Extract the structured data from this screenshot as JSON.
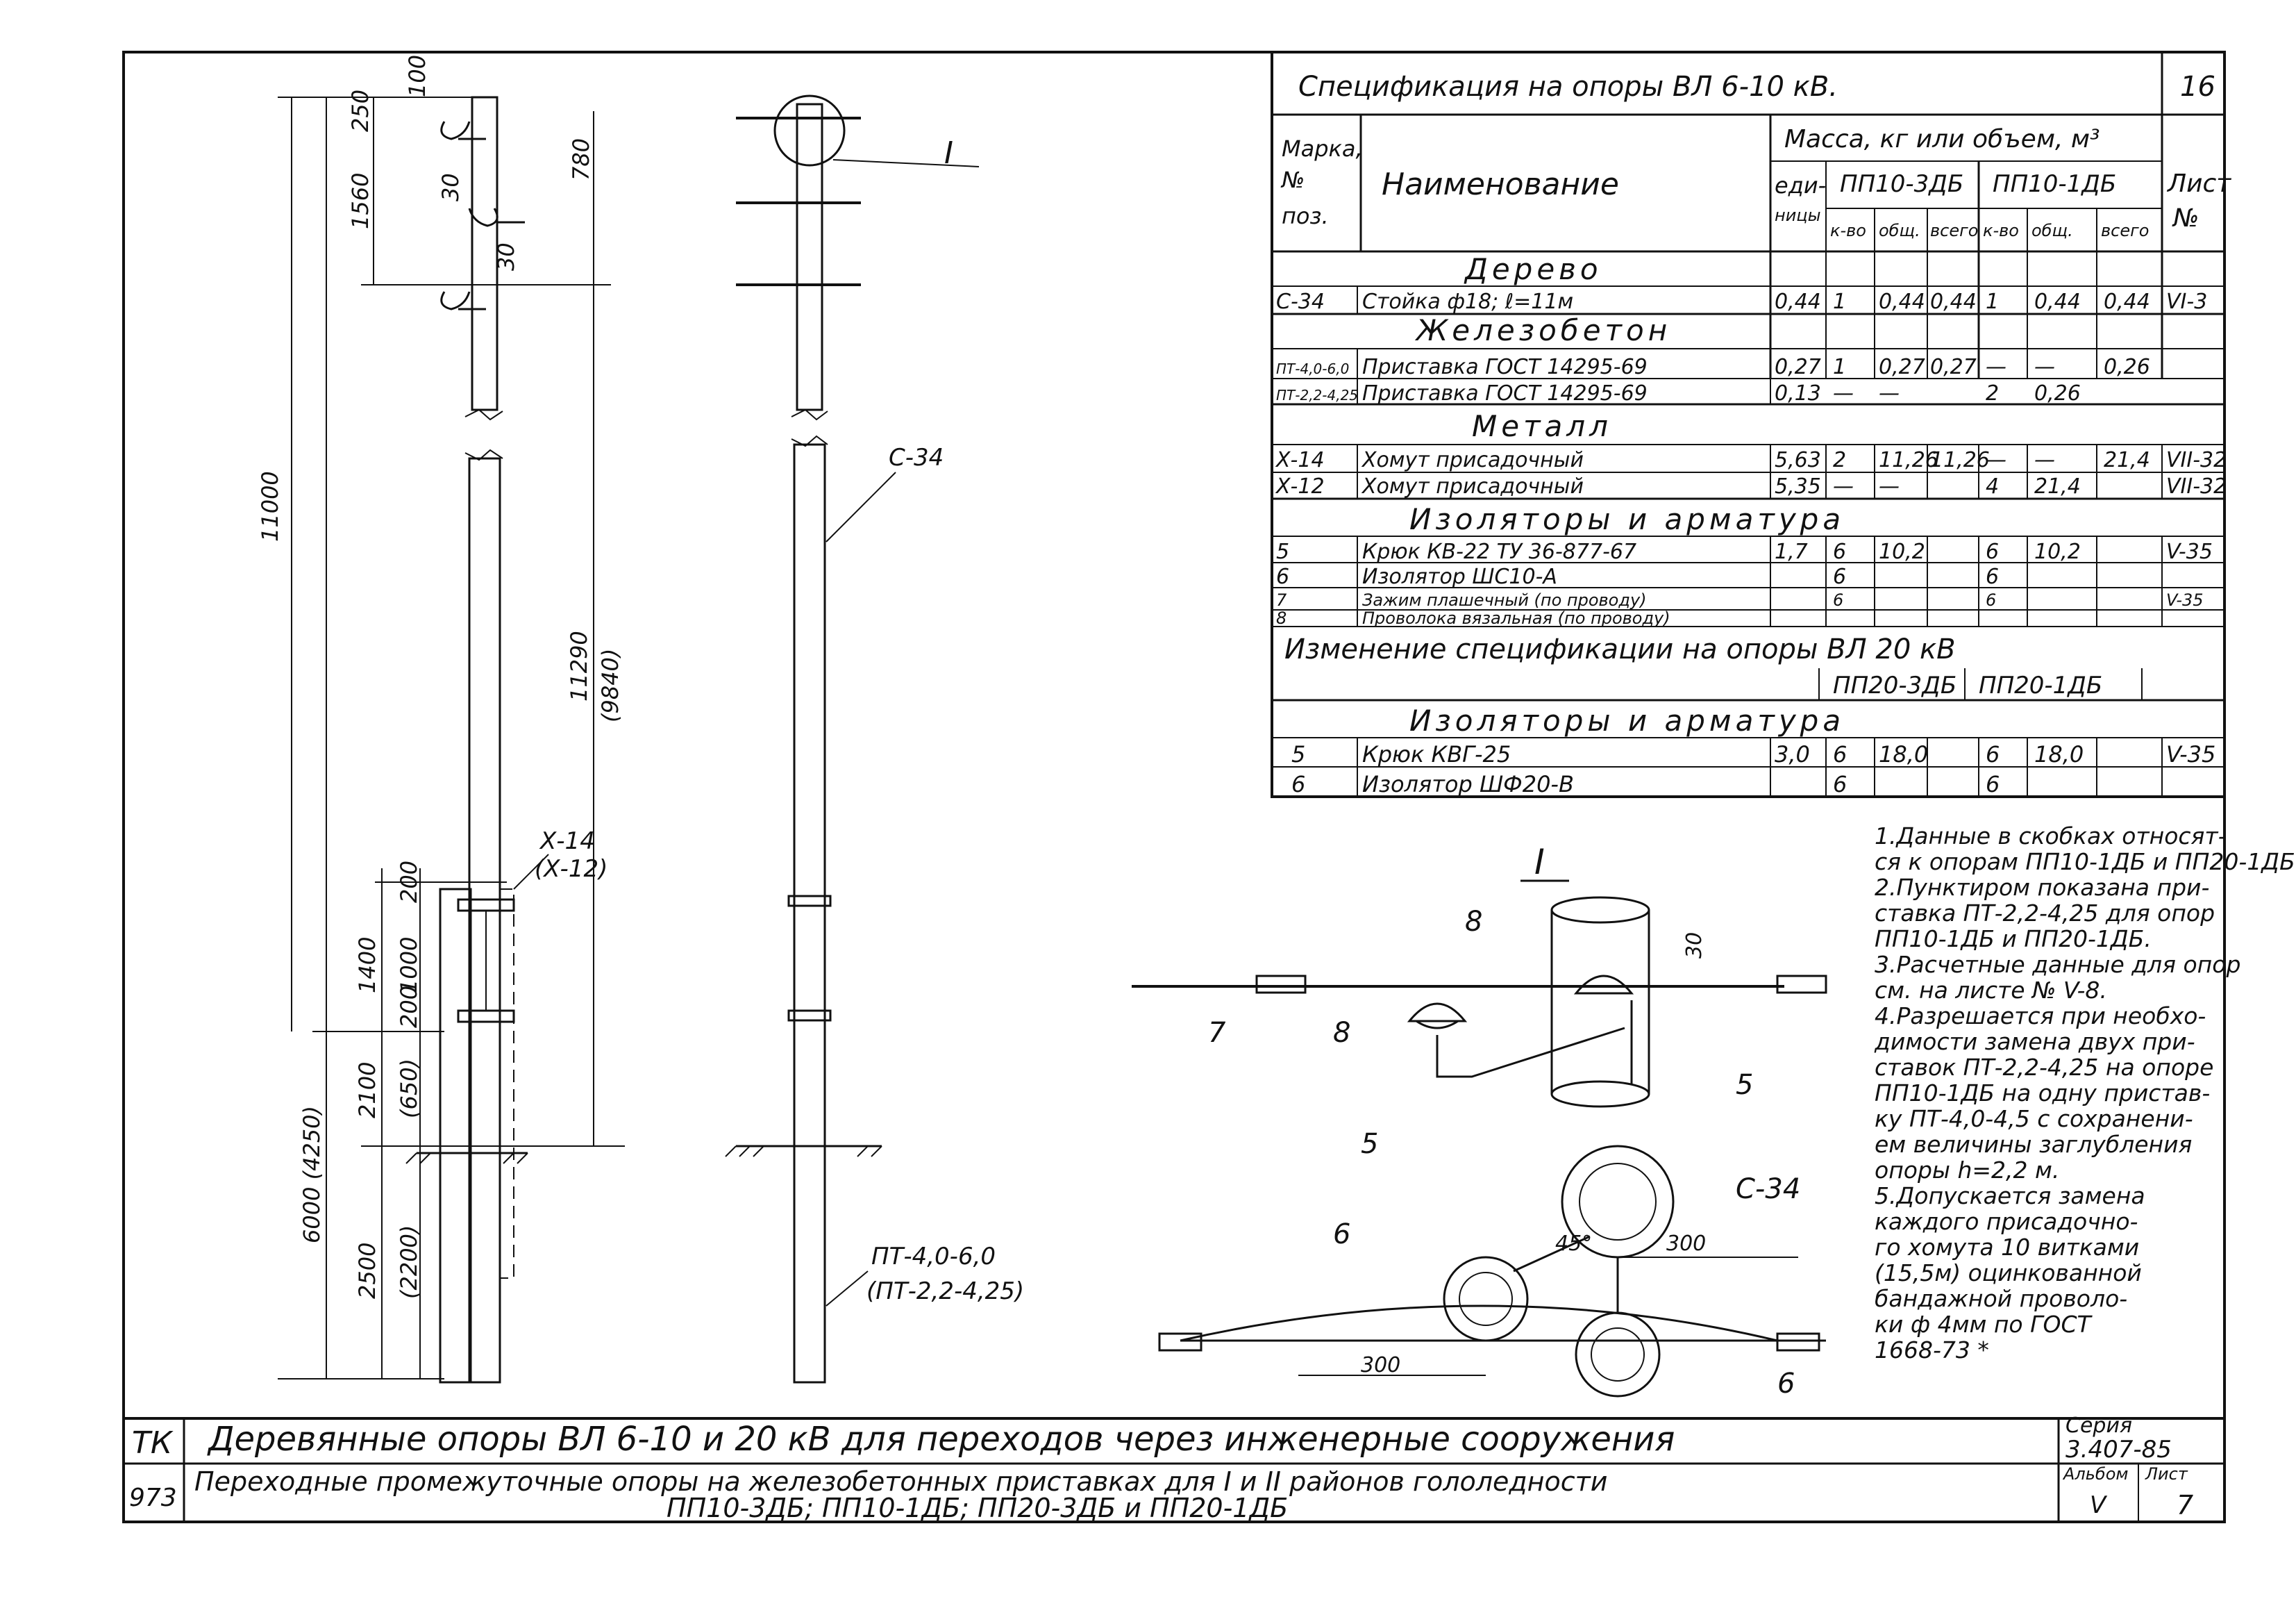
{
  "sheet_number": "16",
  "spec": {
    "title": "Спецификация на опоры ВЛ 6-10 кВ.",
    "col_mark": [
      "Марка,",
      "№",
      "поз."
    ],
    "col_name": "Наименование",
    "col_mass": "Масса, кг или объем, м³",
    "col_unit": [
      "еди-",
      "ницы"
    ],
    "col_sheet": [
      "Лист",
      "№"
    ],
    "type_a": "ПП10-3ДБ",
    "type_b": "ПП10-1ДБ",
    "sub_qty": "к-во",
    "sub_tot": "общ.",
    "sub_all": "всего",
    "sections": {
      "wood": "Дерево",
      "concrete": "Железобетон",
      "metal": "Металл",
      "insul": "Изоляторы и арматура",
      "insul2": "Изоляторы и арматура"
    },
    "rows": [
      {
        "mark": "С-34",
        "name": "Стойка ф18; ℓ=11м",
        "unit": "0,44",
        "qa": "1",
        "ta": "0,44",
        "aa": "0,44",
        "qb": "1",
        "tb": "0,44",
        "ab": "0,44",
        "sheet": "VI-3"
      },
      {
        "mark": "ПТ-4,0-6,0",
        "name": "Приставка ГОСТ 14295-69",
        "unit": "0,27",
        "qa": "1",
        "ta": "0,27",
        "aa": "0,27",
        "qb": "—",
        "tb": "—",
        "ab": "0,26",
        "sheet": ""
      },
      {
        "mark": "ПТ-2,2-4,25",
        "name": "Приставка ГОСТ 14295-69",
        "unit": "0,13",
        "qa": "—",
        "ta": "—",
        "aa": "",
        "qb": "2",
        "tb": "0,26",
        "ab": "",
        "sheet": ""
      },
      {
        "mark": "Х-14",
        "name": "Хомут присадочный",
        "unit": "5,63",
        "qa": "2",
        "ta": "11,26",
        "aa": "11,26",
        "qb": "—",
        "tb": "—",
        "ab": "21,4",
        "sheet": "VII-32"
      },
      {
        "mark": "Х-12",
        "name": "Хомут присадочный",
        "unit": "5,35",
        "qa": "—",
        "ta": "—",
        "aa": "",
        "qb": "4",
        "tb": "21,4",
        "ab": "",
        "sheet": "VII-32"
      },
      {
        "mark": "5",
        "name": "Крюк КВ-22 ТУ 36-877-67",
        "unit": "1,7",
        "qa": "6",
        "ta": "10,2",
        "aa": "",
        "qb": "6",
        "tb": "10,2",
        "ab": "",
        "sheet": "V-35"
      },
      {
        "mark": "6",
        "name": "Изолятор ШС10-А",
        "unit": "",
        "qa": "6",
        "ta": "",
        "aa": "",
        "qb": "6",
        "tb": "",
        "ab": "",
        "sheet": ""
      },
      {
        "mark": "7",
        "name": "Зажим плашечный (по проводу)",
        "unit": "",
        "qa": "6",
        "ta": "",
        "aa": "",
        "qb": "6",
        "tb": "",
        "ab": "",
        "sheet": "V-35"
      },
      {
        "mark": "8",
        "name": "Проволока вязальная (по проводу)",
        "unit": "",
        "qa": "",
        "ta": "",
        "aa": "",
        "qb": "",
        "tb": "",
        "ab": "",
        "sheet": ""
      }
    ],
    "change_title": "Изменение спецификации на опоры ВЛ 20 кВ",
    "type_c": "ПП20-3ДБ",
    "type_d": "ПП20-1ДБ",
    "rows2": [
      {
        "mark": "5",
        "name": "Крюк КВГ-25",
        "unit": "3,0",
        "qa": "6",
        "ta": "18,0",
        "qb": "6",
        "tb": "18,0",
        "sheet": "V-35"
      },
      {
        "mark": "6",
        "name": "Изолятор ШФ20-В",
        "unit": "",
        "qa": "6",
        "ta": "",
        "qb": "6",
        "tb": "",
        "sheet": ""
      }
    ]
  },
  "notes": [
    "1.Данные в скобках относят-",
    "ся к опорам ПП10-1ДБ и ПП20-1ДБ.",
    "2.Пунктиром показана при-",
    "ставка ПТ-2,2-4,25 для опор",
    "ПП10-1ДБ и ПП20-1ДБ.",
    "3.Расчетные данные для опор",
    "см. на листе № V-8.",
    "4.Разрешается при необхо-",
    "димости замена двух при-",
    "ставок ПТ-2,2-4,25 на опоре",
    "ПП10-1ДБ на одну пристав-",
    "ку ПТ-4,0-4,5 с сохранени-",
    "ем величины заглубления",
    "опоры h=2,2 м.",
    "5.Допускается замена",
    "каждого присадочно-",
    "го хомута 10 витками",
    "(15,5м) оцинкованной",
    "бандажной проволо-",
    "ки ф 4мм по ГОСТ",
    "1668-73 *"
  ],
  "drawing": {
    "dims": {
      "d250": "250",
      "d100": "100",
      "d1560": "1560",
      "d780": "780",
      "d30a": "30",
      "d30b": "30",
      "d11000": "11000",
      "d11290": "11290",
      "d9840": "(9840)",
      "d200a": "200",
      "d1400": "1400",
      "d1000": "1000",
      "d200b": "200",
      "d2100": "2100",
      "d650": "(650)",
      "d6000": "6000 (4250)",
      "d2500": "2500",
      "d2200": "(2200)"
    },
    "x14": "Х-14",
    "x12": "(Х-12)",
    "c34": "С-34",
    "pt": "ПТ-4,0-6,0",
    "pt2": "(ПТ-2,2-4,25)",
    "roman": "I",
    "det": {
      "p7": "7",
      "p8a": "8",
      "p8b": "8",
      "p5a": "5",
      "p5b": "5",
      "p6a": "6",
      "p6b": "6",
      "c34": "С-34",
      "d30": "30",
      "a45": "45°",
      "d300a": "300",
      "d300b": "300"
    }
  },
  "stamp": {
    "org1": "ТК",
    "org2": "973",
    "title1": "Деревянные опоры ВЛ 6-10 и 20 кВ для переходов через инженерные сооружения",
    "title2": "Переходные промежуточные опоры на железобетонных приставках для I и II районов гололедности",
    "title3": "ПП10-3ДБ; ПП10-1ДБ; ПП20-3ДБ и ПП20-1ДБ",
    "series_label": "Серия",
    "series": "3.407-85",
    "album_label": "Альбом",
    "album": "V",
    "sheet_label": "Лист",
    "sheet": "7"
  }
}
